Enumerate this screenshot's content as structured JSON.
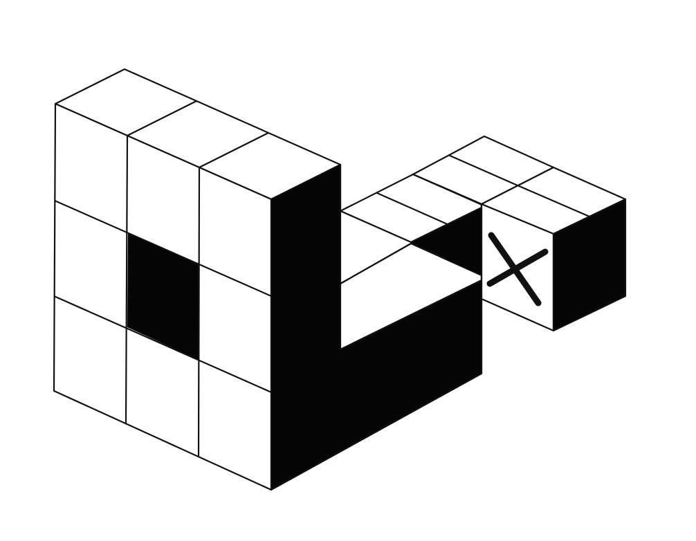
{
  "colors": {
    "light_face": "#ffffff",
    "dark_face": "#050505",
    "edge": "#111111"
  },
  "figure": {
    "cube_counts": {
      "front_wall_cells": 9,
      "front_wall_shaded_cells": 1,
      "base_arm_top_cells": 2,
      "detached_cube_top_cells": 2
    },
    "marked_face_icon": "x-mark-icon"
  }
}
